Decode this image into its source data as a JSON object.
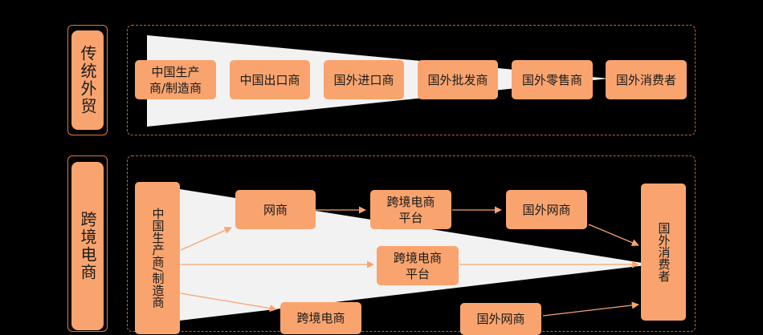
{
  "colors": {
    "accent": "#f9a46f",
    "frame": "#e07a3a",
    "background": "#000000",
    "funnel": "#f2f2f2"
  },
  "traditional": {
    "label": "传统外贸",
    "nodes": [
      {
        "label": "中国生产\n商/制造商"
      },
      {
        "label": "中国出口商"
      },
      {
        "label": "国外进口商"
      },
      {
        "label": "国外批发商"
      },
      {
        "label": "国外零售商"
      },
      {
        "label": "国外消费者"
      }
    ]
  },
  "crossborder": {
    "label": "跨境电商",
    "source": "中国生产商/制造商",
    "target": "国外消费者",
    "nodes": [
      {
        "label": "网商"
      },
      {
        "label": "跨境电商\n平台"
      },
      {
        "label": "国外网商"
      },
      {
        "label": "跨境电商\n平台"
      },
      {
        "label": "跨境电商"
      },
      {
        "label": "国外网商"
      }
    ]
  }
}
